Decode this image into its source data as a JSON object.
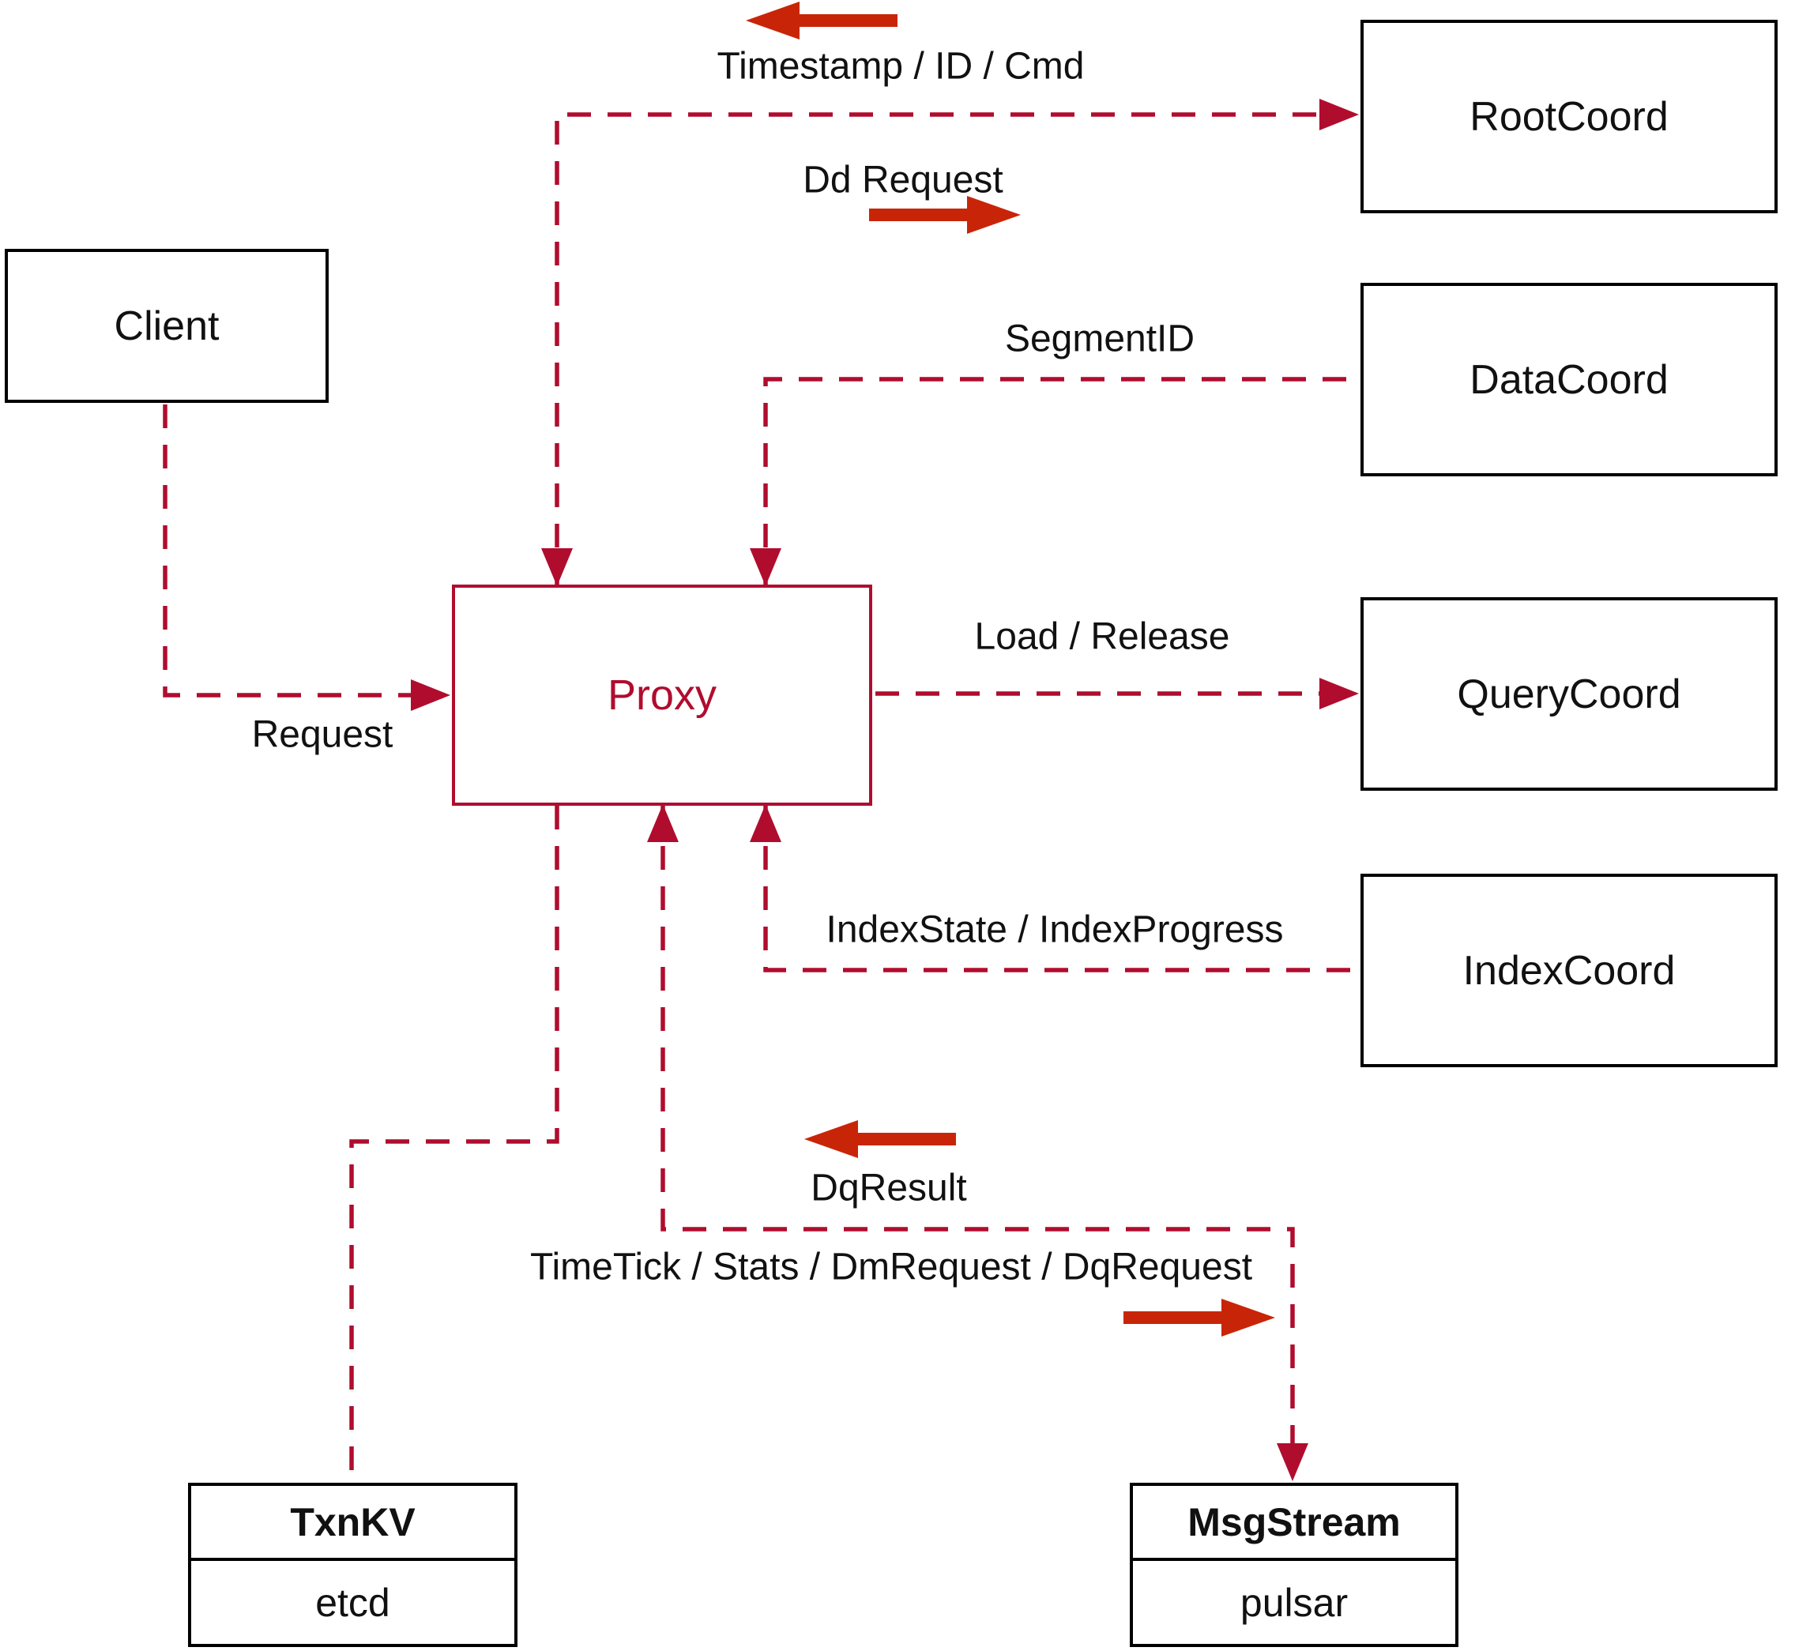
{
  "nodes": {
    "client": {
      "label": "Client"
    },
    "proxy": {
      "label": "Proxy"
    },
    "rootcoord": {
      "label": "RootCoord"
    },
    "datacoord": {
      "label": "DataCoord"
    },
    "querycoord": {
      "label": "QueryCoord"
    },
    "indexcoord": {
      "label": "IndexCoord"
    },
    "txnkv": {
      "header": "TxnKV",
      "body": "etcd"
    },
    "msgstream": {
      "header": "MsgStream",
      "body": "pulsar"
    }
  },
  "edge_labels": {
    "request": "Request",
    "timestamp_id_cmd": "Timestamp / ID / Cmd",
    "dd_request": "Dd Request",
    "segment_id": "SegmentID",
    "load_release": "Load / Release",
    "index_state_progress": "IndexState / IndexProgress",
    "dq_result": "DqResult",
    "time_tick_stats": "TimeTick / Stats / DmRequest / DqRequest"
  },
  "colors": {
    "dash_red": "#b00d2e",
    "arrow_red": "#c82508",
    "box_black": "#000000",
    "text_black": "#111111",
    "background": "#ffffff"
  }
}
